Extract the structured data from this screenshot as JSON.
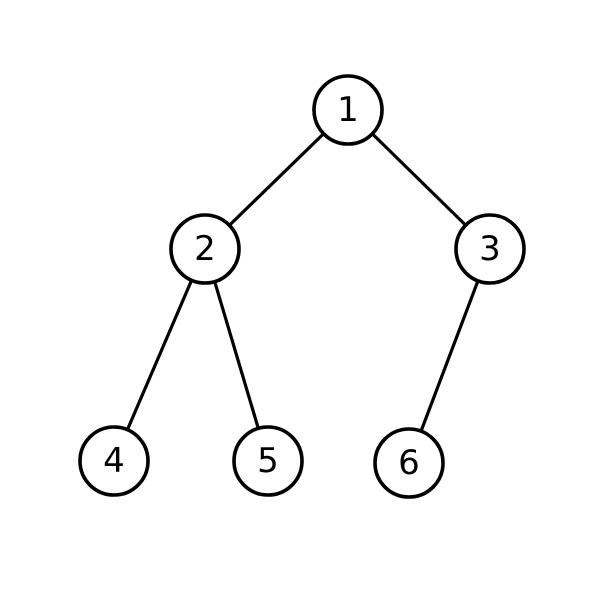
{
  "tree": {
    "nodes": [
      {
        "id": "n1",
        "label": "1"
      },
      {
        "id": "n2",
        "label": "2"
      },
      {
        "id": "n3",
        "label": "3"
      },
      {
        "id": "n4",
        "label": "4"
      },
      {
        "id": "n5",
        "label": "5"
      },
      {
        "id": "n6",
        "label": "6"
      }
    ],
    "edges": [
      {
        "from": "n1",
        "to": "n2"
      },
      {
        "from": "n1",
        "to": "n3"
      },
      {
        "from": "n2",
        "to": "n4"
      },
      {
        "from": "n2",
        "to": "n5"
      },
      {
        "from": "n3",
        "to": "n6"
      }
    ]
  }
}
